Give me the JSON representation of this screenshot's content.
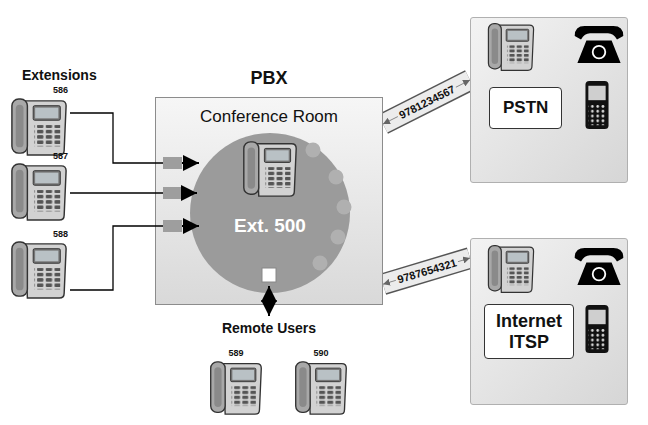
{
  "diagram": {
    "nodes": [
      {
        "text": [
          "PBX",
          "Conference Room"
        ]
      },
      {
        "text": [
          "Ext. 500"
        ],
        "in": 0
      },
      {
        "text": [
          "PSTN"
        ]
      },
      {
        "text": [
          "Internet ITSP"
        ]
      }
    ],
    "edges": [
      {
        "from": 0,
        "to": 2,
        "label": "9781234567",
        "arrow": "both"
      },
      {
        "from": 0,
        "to": 3,
        "label": "9787654321",
        "arrow": "both"
      }
    ],
    "labels": [
      "Extensions",
      "586",
      "587",
      "588",
      "Remote Users",
      "589",
      "590"
    ]
  }
}
